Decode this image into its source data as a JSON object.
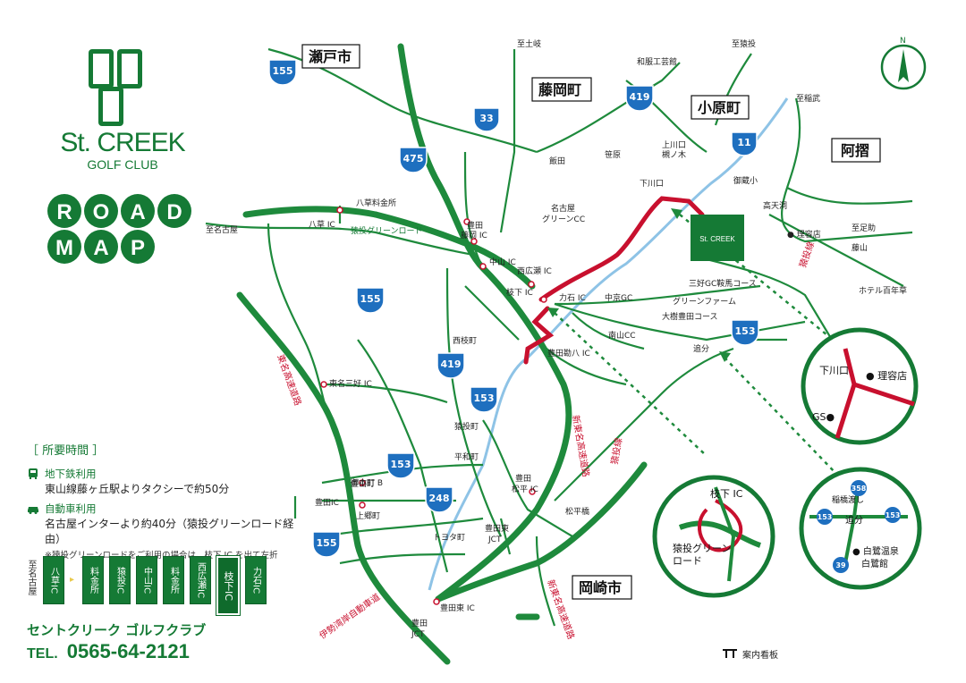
{
  "logo": {
    "title": "St. CREEK",
    "subtitle": "GOLF CLUB"
  },
  "badge": {
    "line1": [
      "R",
      "O",
      "A",
      "D"
    ],
    "line2": [
      "M",
      "A",
      "P"
    ]
  },
  "compass": {
    "label": "N"
  },
  "city_boxes": {
    "seto": "瀬戸市",
    "fujioka": "藤岡町",
    "obara": "小原町",
    "asuke": "阿摺",
    "okazaki": "岡崎市"
  },
  "shields": {
    "r155_top": "155",
    "r33": "33",
    "r475": "475",
    "r419_top": "419",
    "r11": "11",
    "r155_mid": "155",
    "r419_mid": "419",
    "r153_mid": "153",
    "r153_right": "153",
    "r153_left": "153",
    "r248": "248",
    "r155_bot": "155"
  },
  "places": {
    "shidaragi": "至土岐",
    "to_wake": "和服工芸館",
    "shigatsu": "至猿投",
    "shiinabu": "至稲武",
    "kamikawaguchi": "上川口",
    "tsukinoki": "槻ノ木",
    "shimokawaguchi": "下川口",
    "otohara": "御蔵小",
    "takamiya": "高天洞",
    "riyoten": "● 理容店",
    "yakusuji": "至足助",
    "yuzan": "藤山",
    "hotel": "ホテル百年草",
    "nagoya_cc": "名古屋\nグリーンCC",
    "iida": "飯田",
    "sasahara": "笹原",
    "hakkaku_ic": "八草 IC",
    "hakkaku_toll": "八草料金所",
    "shinagoya": "至名古屋",
    "green_road": "猿投グリーンロード",
    "toyota_fujioka_ic": "豊田\n藤岡 IC",
    "nakayama_ic": "中山 IC",
    "nishihiro_ic": "西広瀬 IC",
    "edashita_ic": "枝下 IC",
    "rikiishi_ic": "力石 IC",
    "chukyo_gc": "中京GC",
    "sanpei_gc": "三好GC鞍馬コース",
    "green_farm": "グリーンファーム",
    "daijuku_gc": "大樹豊田コース",
    "minamiyama_cc": "南山CC",
    "oiwake": "追分",
    "toyota_kanban_ic": "豊田勘八 IC",
    "nishikarimachi": "西枝町",
    "toumei_miyoshi_ic": "東名三好 IC",
    "tomei_expy": "東名高速道路",
    "sanagemachi": "猿投町",
    "heiwamachi": "平和町",
    "toyota_higashi_ic": "豊田\n松平 IC",
    "matsudaira": "松平橋",
    "toyota_ic": "豊田 IC",
    "jimotomachi": "御本町 B",
    "toyotanishi_ic": "豊田\nIC",
    "kamigomachi": "上郷町",
    "toyotamachi": "トヨタ町",
    "toyota_higashi_jct": "豊田東\nJCT",
    "toyota_higashi_ic2": "豊田東 IC",
    "toyota_jct": "豊田\nJCT",
    "isewan_expy": "伊勢湾岸自動車道",
    "shin_tomei": "新東名高速道路",
    "ken_road": "猿投グリーンロード",
    "sanage_ken": "猿投線"
  },
  "insets": {
    "shimokawaguchi": {
      "label": "下川口",
      "shop": "● 理容店",
      "gs": "GS●"
    },
    "edashita": {
      "ic": "枝下 IC",
      "road": "猿投グリーン\nロード"
    },
    "oiwake": {
      "bridge": "稲橋渡し",
      "place": "追分",
      "spa": "● 白鷺温泉\n白鷺館",
      "s358": "358",
      "s153a": "153",
      "s153b": "153",
      "s39": "39"
    }
  },
  "course_box": {
    "name": "St. CREEK"
  },
  "travel_time": {
    "header": "［ 所要時間 ］",
    "subway_label": "地下鉄利用",
    "subway_text": "東山線藤ヶ丘駅よりタクシーで約50分",
    "car_label": "自動車利用",
    "car_text": "名古屋インターより約40分（猿投グリーンロード経由）",
    "car_note": "※猿投グリーンロードをご利用の場合は、枝下 IC を出て左折"
  },
  "ic_strip": [
    "至名古屋",
    "八草IC",
    "料金所",
    "猿投IC",
    "中山IC",
    "料金所",
    "西広瀬IC",
    "枝下IC",
    "力石IC"
  ],
  "club_name": "セントクリーク ゴルフクラブ",
  "tel": {
    "prefix": "TEL.",
    "number": "0565-64-2121"
  },
  "legend": {
    "sign": "案内看板"
  },
  "colors": {
    "green": "#157a35",
    "red": "#c8102e",
    "river": "#7fb8e0",
    "shield": "#1e6fbf"
  }
}
